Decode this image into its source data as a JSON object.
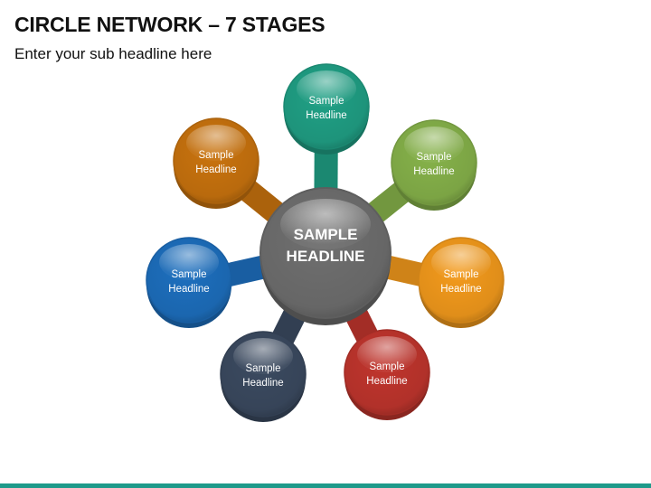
{
  "header": {
    "title": "CIRCLE NETWORK – 7 STAGES",
    "subtitle": "Enter your sub headline here"
  },
  "center": {
    "line1": "SAMPLE",
    "line2": "HEADLINE",
    "color": "#6f6f6f"
  },
  "nodes": [
    {
      "id": "top",
      "line1": "Sample",
      "line2": "Headline",
      "color": "#20a085"
    },
    {
      "id": "top-right",
      "line1": "Sample",
      "line2": "Headline",
      "color": "#86b24a"
    },
    {
      "id": "right",
      "line1": "Sample",
      "line2": "Headline",
      "color": "#f39a1c"
    },
    {
      "id": "bottom-right",
      "line1": "Sample",
      "line2": "Headline",
      "color": "#c0352d"
    },
    {
      "id": "bottom-left",
      "line1": "Sample",
      "line2": "Headline",
      "color": "#3b4a60"
    },
    {
      "id": "left",
      "line1": "Sample",
      "line2": "Headline",
      "color": "#1d6fbe"
    },
    {
      "id": "top-left",
      "line1": "Sample",
      "line2": "Headline",
      "color": "#c9730e"
    }
  ],
  "footer": {
    "bar_color": "#1e9a8a"
  }
}
